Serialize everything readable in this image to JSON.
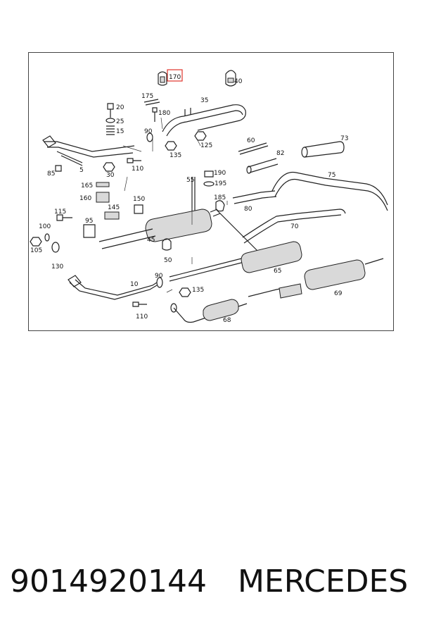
{
  "diagram": {
    "callouts": {
      "c170": "170",
      "c40": "40",
      "c175": "175",
      "c35": "35",
      "c20": "20",
      "c180": "180",
      "c25": "25",
      "c90a": "90",
      "c15": "15",
      "c125": "125",
      "c60": "60",
      "c73": "73",
      "c135a": "135",
      "c82": "82",
      "c5": "5",
      "c30": "30",
      "c110a": "110",
      "c85": "85",
      "c190": "190",
      "c55": "55",
      "c75": "75",
      "c195": "195",
      "c165": "165",
      "c185": "185",
      "c160": "160",
      "c150": "150",
      "c80": "80",
      "c115": "115",
      "c145": "145",
      "c95": "95",
      "c100": "100",
      "c70": "70",
      "c45": "45",
      "c105": "105",
      "c50": "50",
      "c130": "130",
      "c65": "65",
      "c90b": "90",
      "c10": "10",
      "c135b": "135",
      "c69": "69",
      "c110b": "110",
      "c68": "68"
    },
    "highlight_color": "#e0342b"
  },
  "caption": {
    "part_number": "9014920144",
    "brand": "MERCEDES"
  }
}
